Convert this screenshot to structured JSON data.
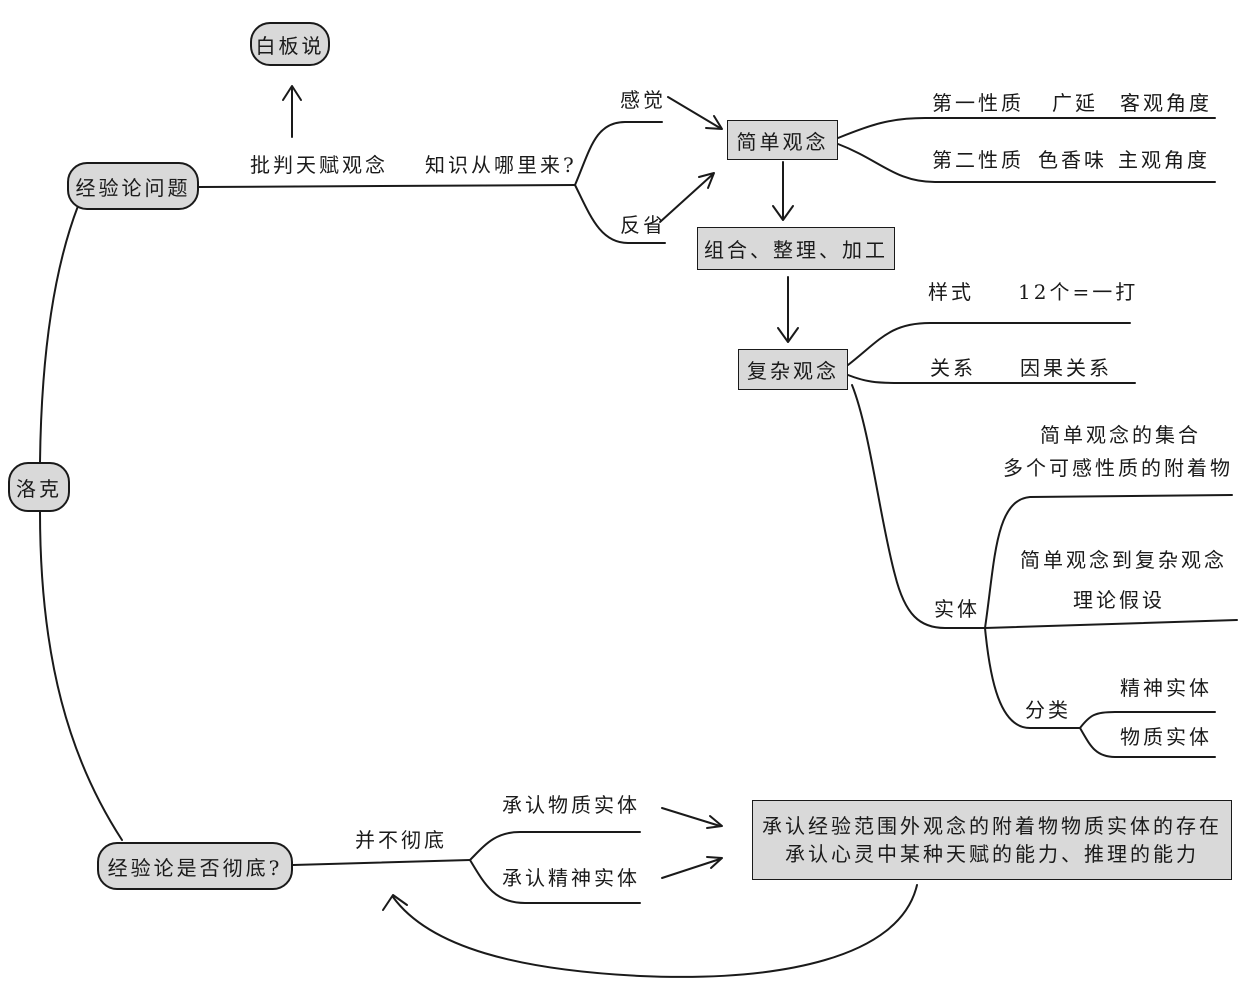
{
  "colors": {
    "box_fill": "#d9d9d9",
    "ink": "#1a1a1a"
  },
  "root": {
    "label": "洛克"
  },
  "empiricism_question": {
    "label": "经验论问题",
    "critique": "批判天赋观念",
    "tabula_rasa": "白板说",
    "origin_question": "知识从哪里来?",
    "sources": {
      "sensation": "感觉",
      "reflection": "反省"
    },
    "simple_ideas": {
      "label": "简单观念",
      "primary": {
        "name": "第一性质",
        "example": "广延",
        "perspective": "客观角度"
      },
      "secondary": {
        "name": "第二性质",
        "example": "色香味",
        "perspective": "主观角度"
      }
    },
    "processing": "组合、整理、加工",
    "complex_ideas": {
      "label": "复杂观念",
      "mode": {
        "name": "样式",
        "example": "12个=一打"
      },
      "relation": {
        "name": "关系",
        "example": "因果关系"
      },
      "substance": {
        "label": "实体",
        "collection": "简单观念的集合",
        "substratum": "多个可感性质的附着物",
        "transition": "简单观念到复杂观念",
        "hypothesis": "理论假设",
        "classification": {
          "label": "分类",
          "spiritual": "精神实体",
          "material": "物质实体"
        }
      }
    }
  },
  "thoroughness_question": {
    "label": "经验论是否彻底?",
    "answer": "并不彻底",
    "admits_material": "承认物质实体",
    "admits_spiritual": "承认精神实体",
    "conclusion": {
      "line1": "承认经验范围外观念的附着物物质实体的存在",
      "line2": "承认心灵中某种天赋的能力、推理的能力"
    }
  }
}
